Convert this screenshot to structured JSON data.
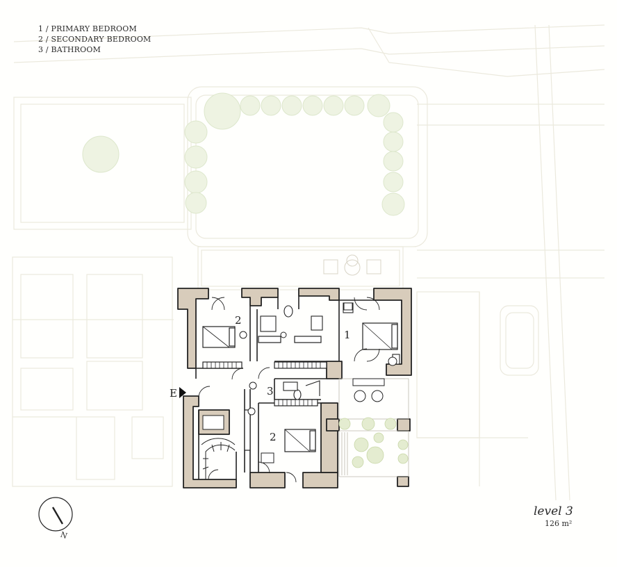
{
  "legend": {
    "items": [
      "1 / PRIMARY BEDROOM",
      "2 / SECONDARY BEDROOM",
      "3 / BATHROOM"
    ]
  },
  "rooms": {
    "primary": "1",
    "secondary_a": "2",
    "secondary_b": "2",
    "bathroom": "3"
  },
  "entry_label": "E",
  "level": {
    "title": "level 3",
    "area": "126 m²"
  },
  "compass": {
    "north_label": "N"
  },
  "colors": {
    "wall_fill": "#d8ccbb",
    "wall_stroke": "#222222",
    "context_line": "#ebe9dd",
    "tree_fill": "#dfe8c9",
    "tree_stroke": "#c6d6a8",
    "background": "#fffffd"
  }
}
